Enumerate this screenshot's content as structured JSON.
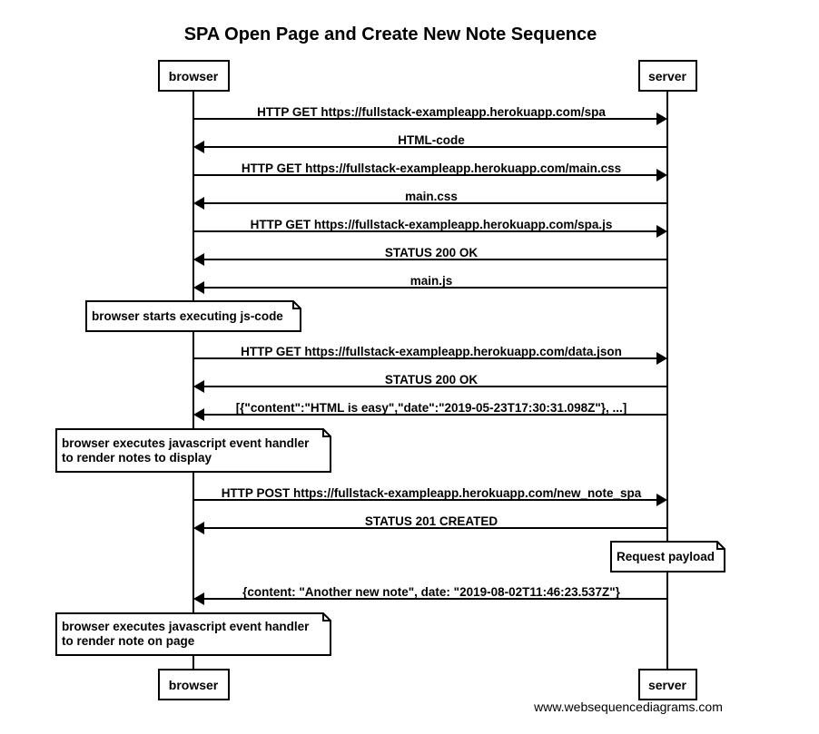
{
  "diagram": {
    "title": "SPA Open Page and Create New Note Sequence",
    "footer": "www.websequencediagrams.com",
    "participants": [
      {
        "id": "browser",
        "label": "browser"
      },
      {
        "id": "server",
        "label": "server"
      }
    ],
    "messages": [
      {
        "from": "browser",
        "to": "server",
        "text": "HTTP GET https://fullstack-exampleapp.herokuapp.com/spa"
      },
      {
        "from": "server",
        "to": "browser",
        "text": "HTML-code"
      },
      {
        "from": "browser",
        "to": "server",
        "text": "HTTP GET https://fullstack-exampleapp.herokuapp.com/main.css"
      },
      {
        "from": "server",
        "to": "browser",
        "text": "main.css"
      },
      {
        "from": "browser",
        "to": "server",
        "text": "HTTP GET https://fullstack-exampleapp.herokuapp.com/spa.js"
      },
      {
        "from": "server",
        "to": "browser",
        "text": "STATUS 200 OK"
      },
      {
        "from": "server",
        "to": "browser",
        "text": "main.js"
      },
      {
        "from": "browser",
        "to": "server",
        "text": "HTTP GET https://fullstack-exampleapp.herokuapp.com/data.json"
      },
      {
        "from": "server",
        "to": "browser",
        "text": "STATUS 200 OK"
      },
      {
        "from": "server",
        "to": "browser",
        "text": "[{\"content\":\"HTML is easy\",\"date\":\"2019-05-23T17:30:31.098Z\"}, ...]"
      },
      {
        "from": "browser",
        "to": "server",
        "text": "HTTP POST https://fullstack-exampleapp.herokuapp.com/new_note_spa"
      },
      {
        "from": "server",
        "to": "browser",
        "text": "STATUS 201 CREATED"
      },
      {
        "from": "server",
        "to": "browser",
        "text": "{content: \"Another new note\", date: \"2019-08-02T11:46:23.537Z\"}"
      }
    ],
    "notes": [
      {
        "over": "browser",
        "lines": [
          "browser starts executing js-code"
        ]
      },
      {
        "over": "browser",
        "lines": [
          "browser executes javascript event handler",
          "to render notes to display"
        ]
      },
      {
        "over": "server",
        "lines": [
          "Request payload"
        ]
      },
      {
        "over": "browser",
        "lines": [
          "browser executes javascript event handler",
          "to render note on page"
        ]
      }
    ]
  }
}
